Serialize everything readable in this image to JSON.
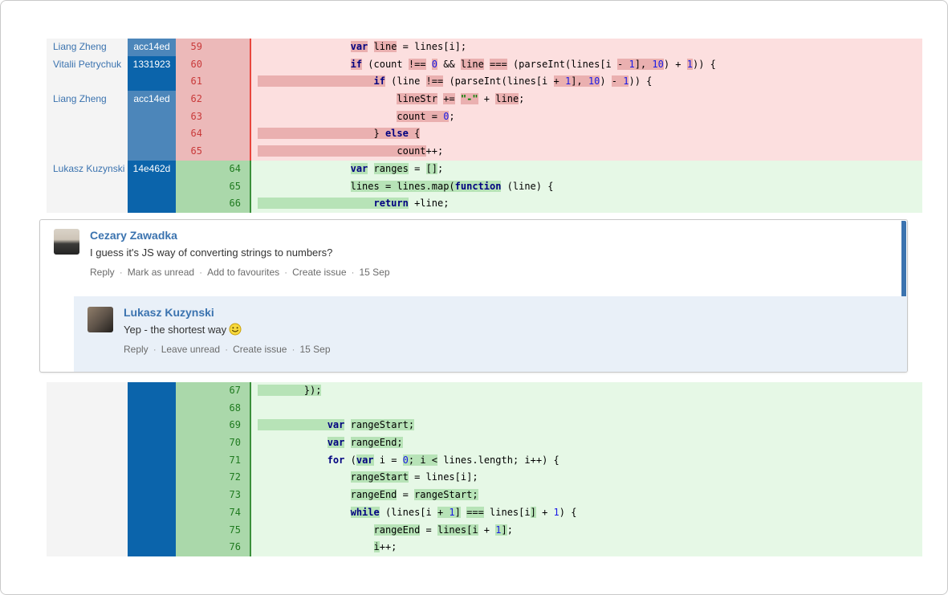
{
  "colors": {
    "accent": "#3b73af",
    "commit_light": "#4c86ba",
    "commit_dark": "#0b64ab",
    "del_num_bg": "#ecb9b9",
    "del_code_bg": "#fcdfdf",
    "del_hl": "#eab0b0",
    "del_line": "#e8453c",
    "del_num_text": "#c93a3a",
    "add_num_bg": "#aad8aa",
    "add_code_bg": "#e6f8e6",
    "add_hl": "#b7e3b7",
    "add_line": "#3a8f3a",
    "add_num_text": "#1f7a1f",
    "author_col_bg": "#f4f4f4",
    "reply_bg": "#e9f0f8",
    "kw": "#000080",
    "num": "#1a1ae6",
    "str": "#008000"
  },
  "comments": {
    "main": {
      "author": "Cezary Zawadka",
      "text": "I guess it's JS way of converting strings to numbers?",
      "actions": [
        "Reply",
        "Mark as unread",
        "Add to favourites",
        "Create issue"
      ],
      "time": "15 Sep"
    },
    "reply": {
      "author": "Lukasz Kuzynski",
      "text": "Yep - the shortest way",
      "emoji": "smiley",
      "actions": [
        "Reply",
        "Leave unread",
        "Create issue"
      ],
      "time": "15 Sep"
    }
  },
  "diff": {
    "top": {
      "rows": [
        {
          "kind": "del",
          "author": "Liang Zheng",
          "commit": "acc14ed",
          "shade": "light",
          "num": "59",
          "segs": [
            {
              "t": "                "
            },
            {
              "t": "var",
              "c": "k",
              "h": true
            },
            {
              "t": " "
            },
            {
              "t": "line",
              "h": true
            },
            {
              "t": " = lines[i];"
            }
          ]
        },
        {
          "kind": "del",
          "author": "Vitalii Petrychuk",
          "commit": "1331923",
          "shade": "dark",
          "num": "60",
          "segs": [
            {
              "t": "                "
            },
            {
              "t": "if",
              "c": "k",
              "h": true
            },
            {
              "t": " (count "
            },
            {
              "t": "!==",
              "h": true
            },
            {
              "t": " "
            },
            {
              "t": "0",
              "c": "n",
              "h": true
            },
            {
              "t": " && "
            },
            {
              "t": "line",
              "h": true
            },
            {
              "t": " "
            },
            {
              "t": "===",
              "h": true
            },
            {
              "t": " (parseInt(lines[i "
            },
            {
              "t": "- ",
              "h": true
            },
            {
              "t": "1",
              "c": "n",
              "h": true
            },
            {
              "t": "], ",
              "h": true
            },
            {
              "t": "10",
              "c": "n",
              "h": true
            },
            {
              "t": ") + "
            },
            {
              "t": "1",
              "c": "n",
              "h": true
            },
            {
              "t": ")) {"
            }
          ]
        },
        {
          "kind": "del",
          "shade": "dark",
          "num": "61",
          "segs": [
            {
              "t": "                    ",
              "h": true
            },
            {
              "t": "if",
              "c": "k",
              "h": true
            },
            {
              "t": " (line "
            },
            {
              "t": "!==",
              "h": true
            },
            {
              "t": " (parseInt(lines[i "
            },
            {
              "t": "+ ",
              "h": true
            },
            {
              "t": "1",
              "c": "n",
              "h": true
            },
            {
              "t": "], ",
              "h": true
            },
            {
              "t": "10",
              "c": "n",
              "h": true
            },
            {
              "t": ") "
            },
            {
              "t": "- ",
              "h": true
            },
            {
              "t": "1",
              "c": "n",
              "h": true
            },
            {
              "t": ")) {"
            }
          ]
        },
        {
          "kind": "del",
          "author": "Liang Zheng",
          "commit": "acc14ed",
          "shade": "light",
          "num": "62",
          "segs": [
            {
              "t": "                        "
            },
            {
              "t": "lineStr",
              "h": true
            },
            {
              "t": " "
            },
            {
              "t": "+=",
              "h": true
            },
            {
              "t": " "
            },
            {
              "t": "\"-\"",
              "c": "s",
              "h": true
            },
            {
              "t": " + "
            },
            {
              "t": "line",
              "h": true
            },
            {
              "t": ";"
            }
          ]
        },
        {
          "kind": "del",
          "shade": "light",
          "num": "63",
          "segs": [
            {
              "t": "                        "
            },
            {
              "t": "count = ",
              "h": true
            },
            {
              "t": "0",
              "c": "n",
              "h": true
            },
            {
              "t": ";"
            }
          ]
        },
        {
          "kind": "del",
          "shade": "light",
          "num": "64",
          "segs": [
            {
              "t": "                    ",
              "h": true
            },
            {
              "t": "} ",
              "h": true
            },
            {
              "t": "else",
              "c": "k",
              "h": true
            },
            {
              "t": " {",
              "h": true
            }
          ]
        },
        {
          "kind": "del",
          "shade": "light",
          "num": "65",
          "segs": [
            {
              "t": "                        ",
              "h": true
            },
            {
              "t": "count",
              "h": true
            },
            {
              "t": "++;"
            }
          ]
        },
        {
          "kind": "add",
          "author": "Lukasz Kuzynski",
          "commit": "14e462d",
          "shade": "dark",
          "num": "64",
          "segs": [
            {
              "t": "                "
            },
            {
              "t": "var",
              "c": "k",
              "h": true
            },
            {
              "t": " "
            },
            {
              "t": "ranges",
              "h": true
            },
            {
              "t": " = "
            },
            {
              "t": "[]",
              "h": true
            },
            {
              "t": ";"
            }
          ]
        },
        {
          "kind": "add",
          "shade": "dark",
          "num": "65",
          "segs": [
            {
              "t": "                "
            },
            {
              "t": "lines = lines.map(",
              "h": true
            },
            {
              "t": "function",
              "c": "k",
              "h": true
            },
            {
              "t": " (line) {"
            }
          ]
        },
        {
          "kind": "add",
          "shade": "dark",
          "num": "66",
          "segs": [
            {
              "t": "                    ",
              "h": true
            },
            {
              "t": "return",
              "c": "k",
              "h": true
            },
            {
              "t": " +line;"
            }
          ]
        }
      ]
    },
    "bottom": {
      "rows": [
        {
          "kind": "add",
          "shade": "dark",
          "num": "67",
          "segs": [
            {
              "t": "        ",
              "h": true
            },
            {
              "t": "});",
              "h": true
            }
          ]
        },
        {
          "kind": "add",
          "shade": "dark",
          "num": "68",
          "segs": []
        },
        {
          "kind": "add",
          "shade": "dark",
          "num": "69",
          "segs": [
            {
              "t": "            ",
              "h": true
            },
            {
              "t": "var",
              "c": "k",
              "h": true
            },
            {
              "t": " "
            },
            {
              "t": "rangeStart;",
              "h": true
            }
          ]
        },
        {
          "kind": "add",
          "shade": "dark",
          "num": "70",
          "segs": [
            {
              "t": "            "
            },
            {
              "t": "var",
              "c": "k",
              "h": true
            },
            {
              "t": " "
            },
            {
              "t": "rangeEnd;",
              "h": true
            }
          ]
        },
        {
          "kind": "add",
          "shade": "dark",
          "num": "71",
          "segs": [
            {
              "t": "            "
            },
            {
              "t": "for",
              "c": "k"
            },
            {
              "t": " ("
            },
            {
              "t": "var",
              "c": "k",
              "h": true
            },
            {
              "t": " i = "
            },
            {
              "t": "0",
              "c": "n",
              "h": true
            },
            {
              "t": "; ",
              "h": true
            },
            {
              "t": "i ",
              "h": true
            },
            {
              "t": "<",
              "h": true
            },
            {
              "t": " lines.length; i++) {"
            }
          ]
        },
        {
          "kind": "add",
          "shade": "dark",
          "num": "72",
          "segs": [
            {
              "t": "                "
            },
            {
              "t": "rangeStart",
              "h": true
            },
            {
              "t": " = lines[i];"
            }
          ]
        },
        {
          "kind": "add",
          "shade": "dark",
          "num": "73",
          "segs": [
            {
              "t": "                "
            },
            {
              "t": "rangeEnd",
              "h": true
            },
            {
              "t": " = "
            },
            {
              "t": "rangeStart;",
              "h": true
            }
          ]
        },
        {
          "kind": "add",
          "shade": "dark",
          "num": "74",
          "segs": [
            {
              "t": "                "
            },
            {
              "t": "while",
              "c": "k",
              "h": true
            },
            {
              "t": " (lines[i "
            },
            {
              "t": "+ ",
              "h": true
            },
            {
              "t": "1",
              "c": "n",
              "h": true
            },
            {
              "t": "]",
              "h": true
            },
            {
              "t": " "
            },
            {
              "t": "===",
              "h": true
            },
            {
              "t": " lines[i"
            },
            {
              "t": "]",
              "h": true
            },
            {
              "t": " + "
            },
            {
              "t": "1",
              "c": "n"
            },
            {
              "t": ") {"
            }
          ]
        },
        {
          "kind": "add",
          "shade": "dark",
          "num": "75",
          "segs": [
            {
              "t": "                    "
            },
            {
              "t": "rangeEnd",
              "h": true
            },
            {
              "t": " = "
            },
            {
              "t": "lines[i",
              "h": true
            },
            {
              "t": " + "
            },
            {
              "t": "1",
              "c": "n",
              "h": true
            },
            {
              "t": "]",
              "h": true
            },
            {
              "t": ";"
            }
          ]
        },
        {
          "kind": "add",
          "shade": "dark",
          "num": "76",
          "segs": [
            {
              "t": "                    "
            },
            {
              "t": "i",
              "h": true
            },
            {
              "t": "++;"
            }
          ]
        }
      ]
    }
  }
}
